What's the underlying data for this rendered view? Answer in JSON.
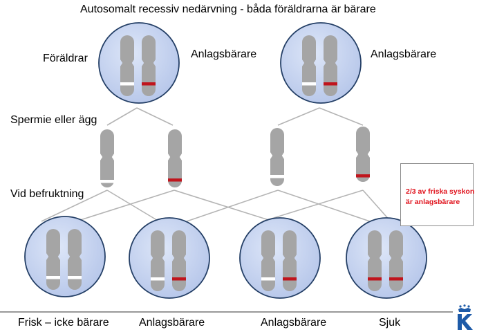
{
  "title": "Autosomalt recessiv nedärvning  - båda föräldrarna är bärare",
  "labels": {
    "parents": "Föräldrar",
    "gametes": "Spermie eller ägg",
    "fertilization": "Vid befruktning"
  },
  "parents": [
    {
      "label": "Anlagsbärare",
      "bands": [
        "normal",
        "affected"
      ]
    },
    {
      "label": "Anlagsbärare",
      "bands": [
        "normal",
        "affected"
      ]
    }
  ],
  "gametes": [
    {
      "band": "normal"
    },
    {
      "band": "affected"
    },
    {
      "band": "normal"
    },
    {
      "band": "affected"
    }
  ],
  "children": [
    {
      "label": "Frisk – icke bärare",
      "bands": [
        "normal",
        "normal"
      ]
    },
    {
      "label": "Anlagsbärare",
      "bands": [
        "normal",
        "affected"
      ]
    },
    {
      "label": "Anlagsbärare",
      "bands": [
        "normal",
        "affected"
      ]
    },
    {
      "label": "Sjuk",
      "bands": [
        "affected",
        "affected"
      ]
    }
  ],
  "note": {
    "line1": "2/3 av friska syskon",
    "line2": "är anlagsbärare"
  },
  "colors": {
    "circle_fill": "#c5d2ee",
    "circle_stroke": "#243f66",
    "chromosome": "#a5a5a5",
    "normal_band": "#ffffff",
    "affected_band": "#c0141c",
    "line": "#b4b4b4",
    "logo": "#1e5ba8"
  },
  "logo_icon": "crown-k-logo-icon"
}
